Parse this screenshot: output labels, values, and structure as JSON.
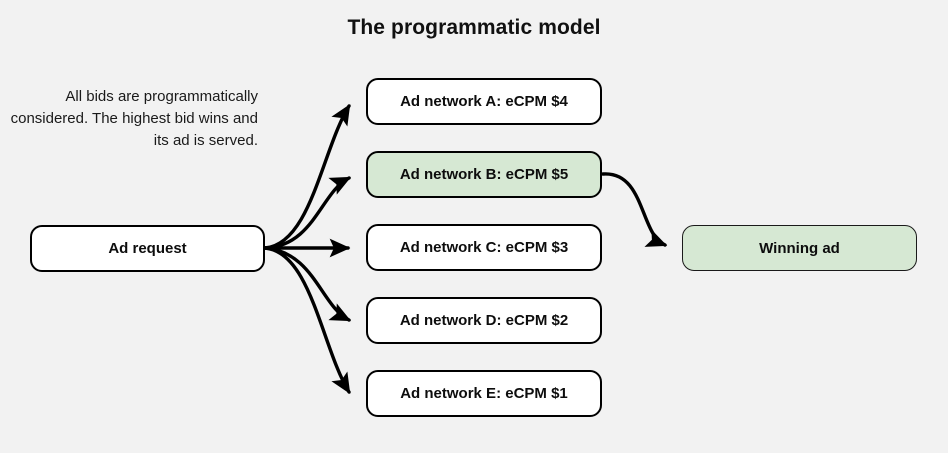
{
  "page": {
    "background_color": "#f2f2f2",
    "title": "The programmatic model"
  },
  "description": {
    "text": "All bids are programmatically considered. The highest bid wins and its ad is served."
  },
  "diagram": {
    "type": "flow",
    "colors": {
      "highlight_fill": "#d6e8d3",
      "node_fill": "#ffffff",
      "node_border": "#000000",
      "arrow": "#000000"
    },
    "nodes": [
      {
        "id": "request",
        "label": "Ad request",
        "highlighted": false
      },
      {
        "id": "net_a",
        "label": "Ad network A: eCPM $4",
        "highlighted": false
      },
      {
        "id": "net_b",
        "label": "Ad network B: eCPM $5",
        "highlighted": true
      },
      {
        "id": "net_c",
        "label": "Ad network C: eCPM $3",
        "highlighted": false
      },
      {
        "id": "net_d",
        "label": "Ad network D: eCPM $2",
        "highlighted": false
      },
      {
        "id": "net_e",
        "label": "Ad network E: eCPM $1",
        "highlighted": false
      },
      {
        "id": "winning",
        "label": "Winning ad",
        "highlighted": true
      }
    ],
    "edges": [
      {
        "from": "request",
        "to": "net_a"
      },
      {
        "from": "request",
        "to": "net_b"
      },
      {
        "from": "request",
        "to": "net_c"
      },
      {
        "from": "request",
        "to": "net_d"
      },
      {
        "from": "request",
        "to": "net_e"
      },
      {
        "from": "net_b",
        "to": "winning"
      }
    ]
  }
}
